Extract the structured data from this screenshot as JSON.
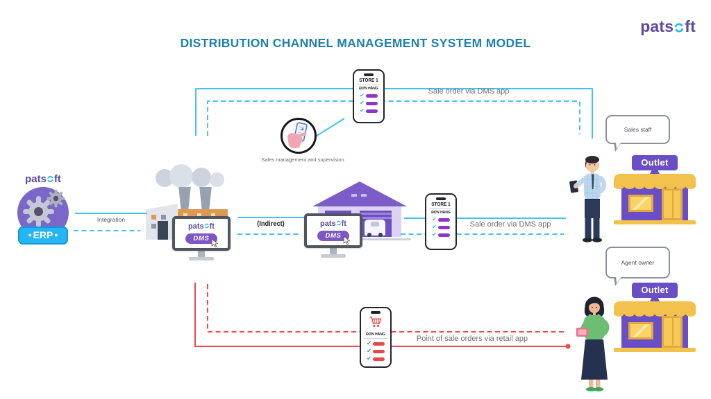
{
  "title": "DISTRIBUTION CHANNEL MANAGEMENT SYSTEM MODEL",
  "brand": {
    "pre": "pats",
    "post": "ft"
  },
  "erp": {
    "badge": "ERP"
  },
  "dms": {
    "button": "DMS"
  },
  "phone": {
    "store_title": "STORE 1",
    "order_label": "ĐƠN HÀNG"
  },
  "icons": {
    "check": "✔"
  },
  "flows": {
    "integration": "Integration",
    "indirect": "(Indirect)",
    "sale_order_top": "Sale order via DMS app",
    "sale_order_middle": "Sale order via DMS app",
    "pos_retail": "Point of sale orders via retail app",
    "supervision": "Sales management and supervision"
  },
  "bubbles": {
    "sales_staff": "Sales staff",
    "agent_owner": "Agent owner"
  },
  "outlet": {
    "sign": "Outlet"
  },
  "colors": {
    "title_text": "#1e81ab",
    "brand_purple": "#5b4a9f",
    "brand_cyan": "#29b8f0",
    "arrow_cyan": "#41c3f1",
    "arrow_red": "#f2484e",
    "dms_pill": "#7e57c5",
    "outlet_purple": "#6a4ec5",
    "awning_yellow": "#f2c24d",
    "erp_badge_bg": "#25b5f2"
  }
}
